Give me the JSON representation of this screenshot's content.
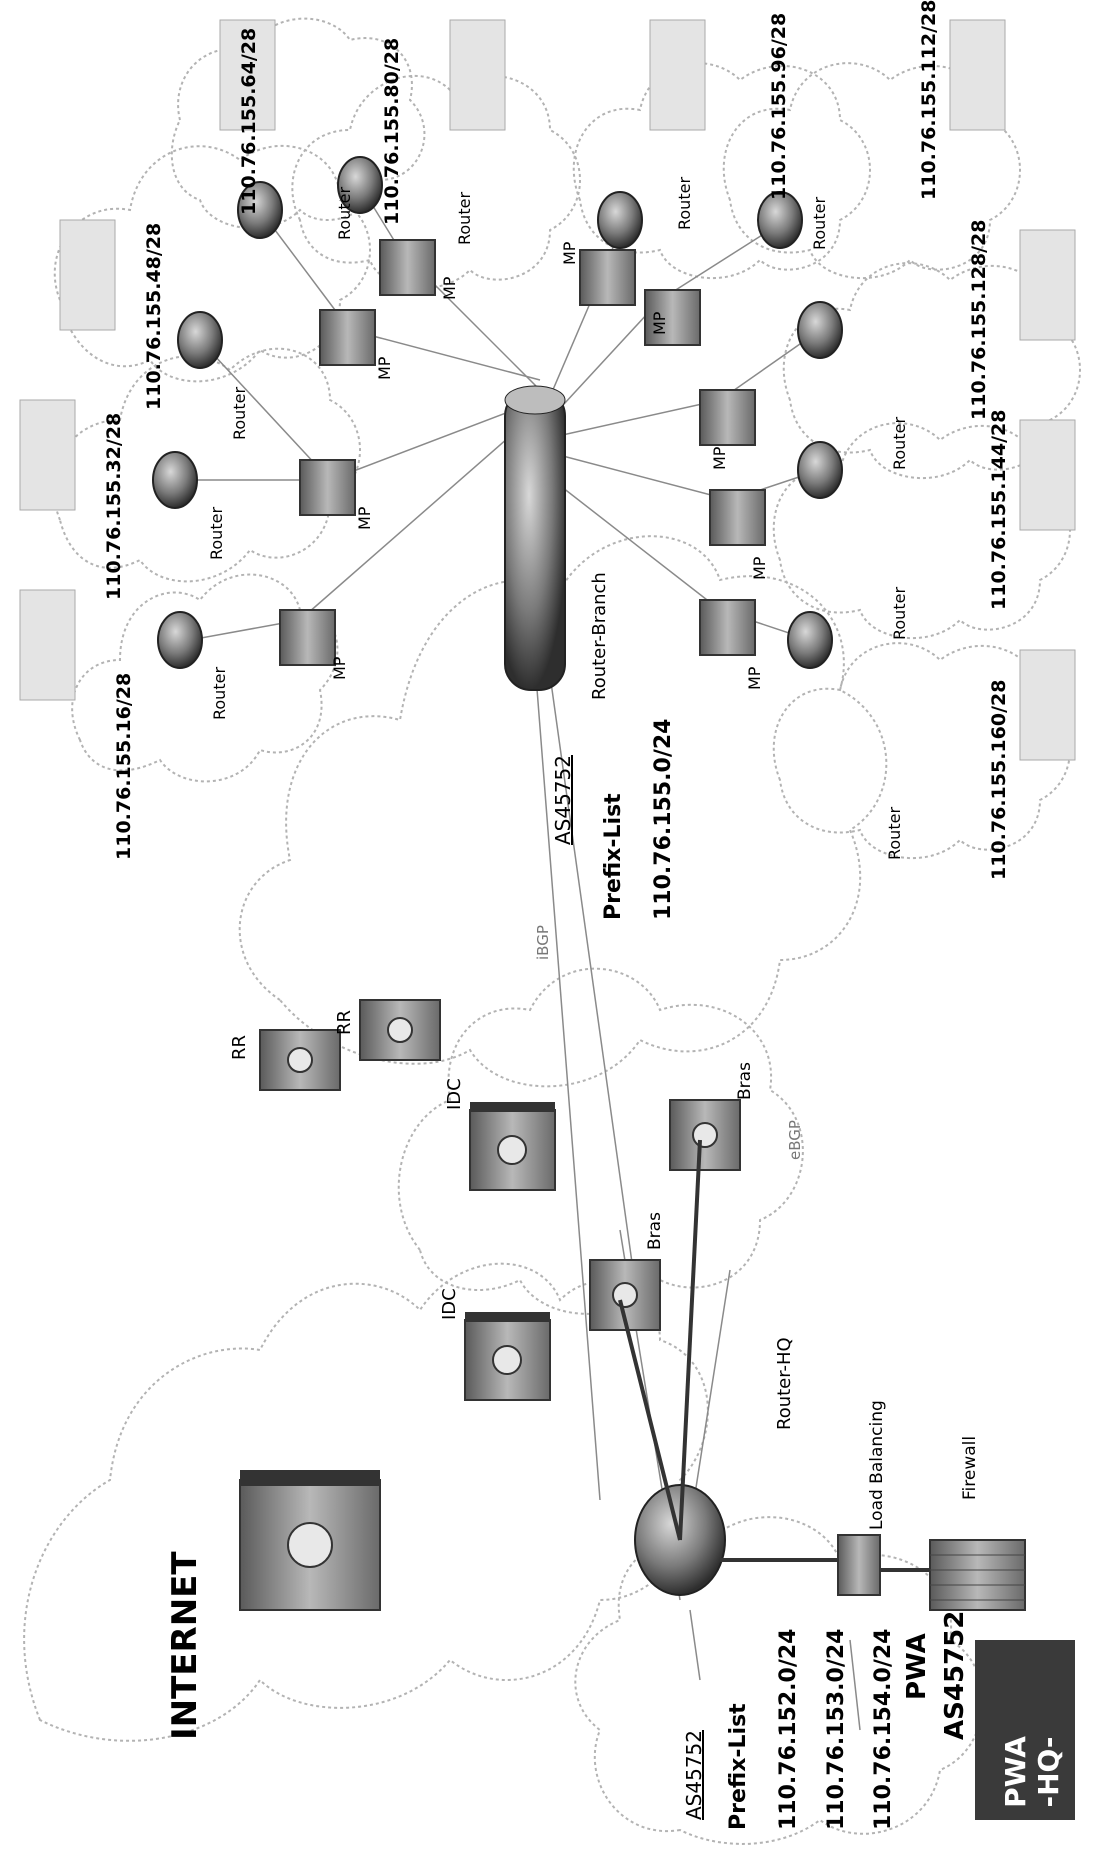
{
  "internet_label": "INTERNET",
  "hq": {
    "badge_line1": "PWA",
    "badge_line2": "-HQ-",
    "as_heading": "AS45752",
    "prefix_heading": "Prefix-List",
    "prefixes": [
      "110.76.152.0/24",
      "110.76.153.0/24",
      "110.76.154.0/24"
    ],
    "pwa_line1": "PWA",
    "pwa_line2": "AS45752"
  },
  "branch": {
    "as_heading": "AS45752",
    "prefix_heading": "Prefix-List",
    "prefix": "110.76.155.0/24"
  },
  "device_labels": {
    "router_hq": "Router-HQ",
    "router_branch": "Router-Branch",
    "load_balancing": "Load Balancing",
    "firewall": "Firewall",
    "bras": "Bras",
    "idc": "IDC",
    "rr": "RR",
    "mp": "MP",
    "router": "Router",
    "bgp": "iBGP",
    "ebgp": "eBGP"
  },
  "subnets": [
    "110.76.155.16/28",
    "110.76.155.32/28",
    "110.76.155.48/28",
    "110.76.155.64/28",
    "110.76.155.80/28",
    "110.76.155.96/28",
    "110.76.155.112/28",
    "110.76.155.128/28",
    "110.76.155.144/28",
    "110.76.155.160/28"
  ]
}
